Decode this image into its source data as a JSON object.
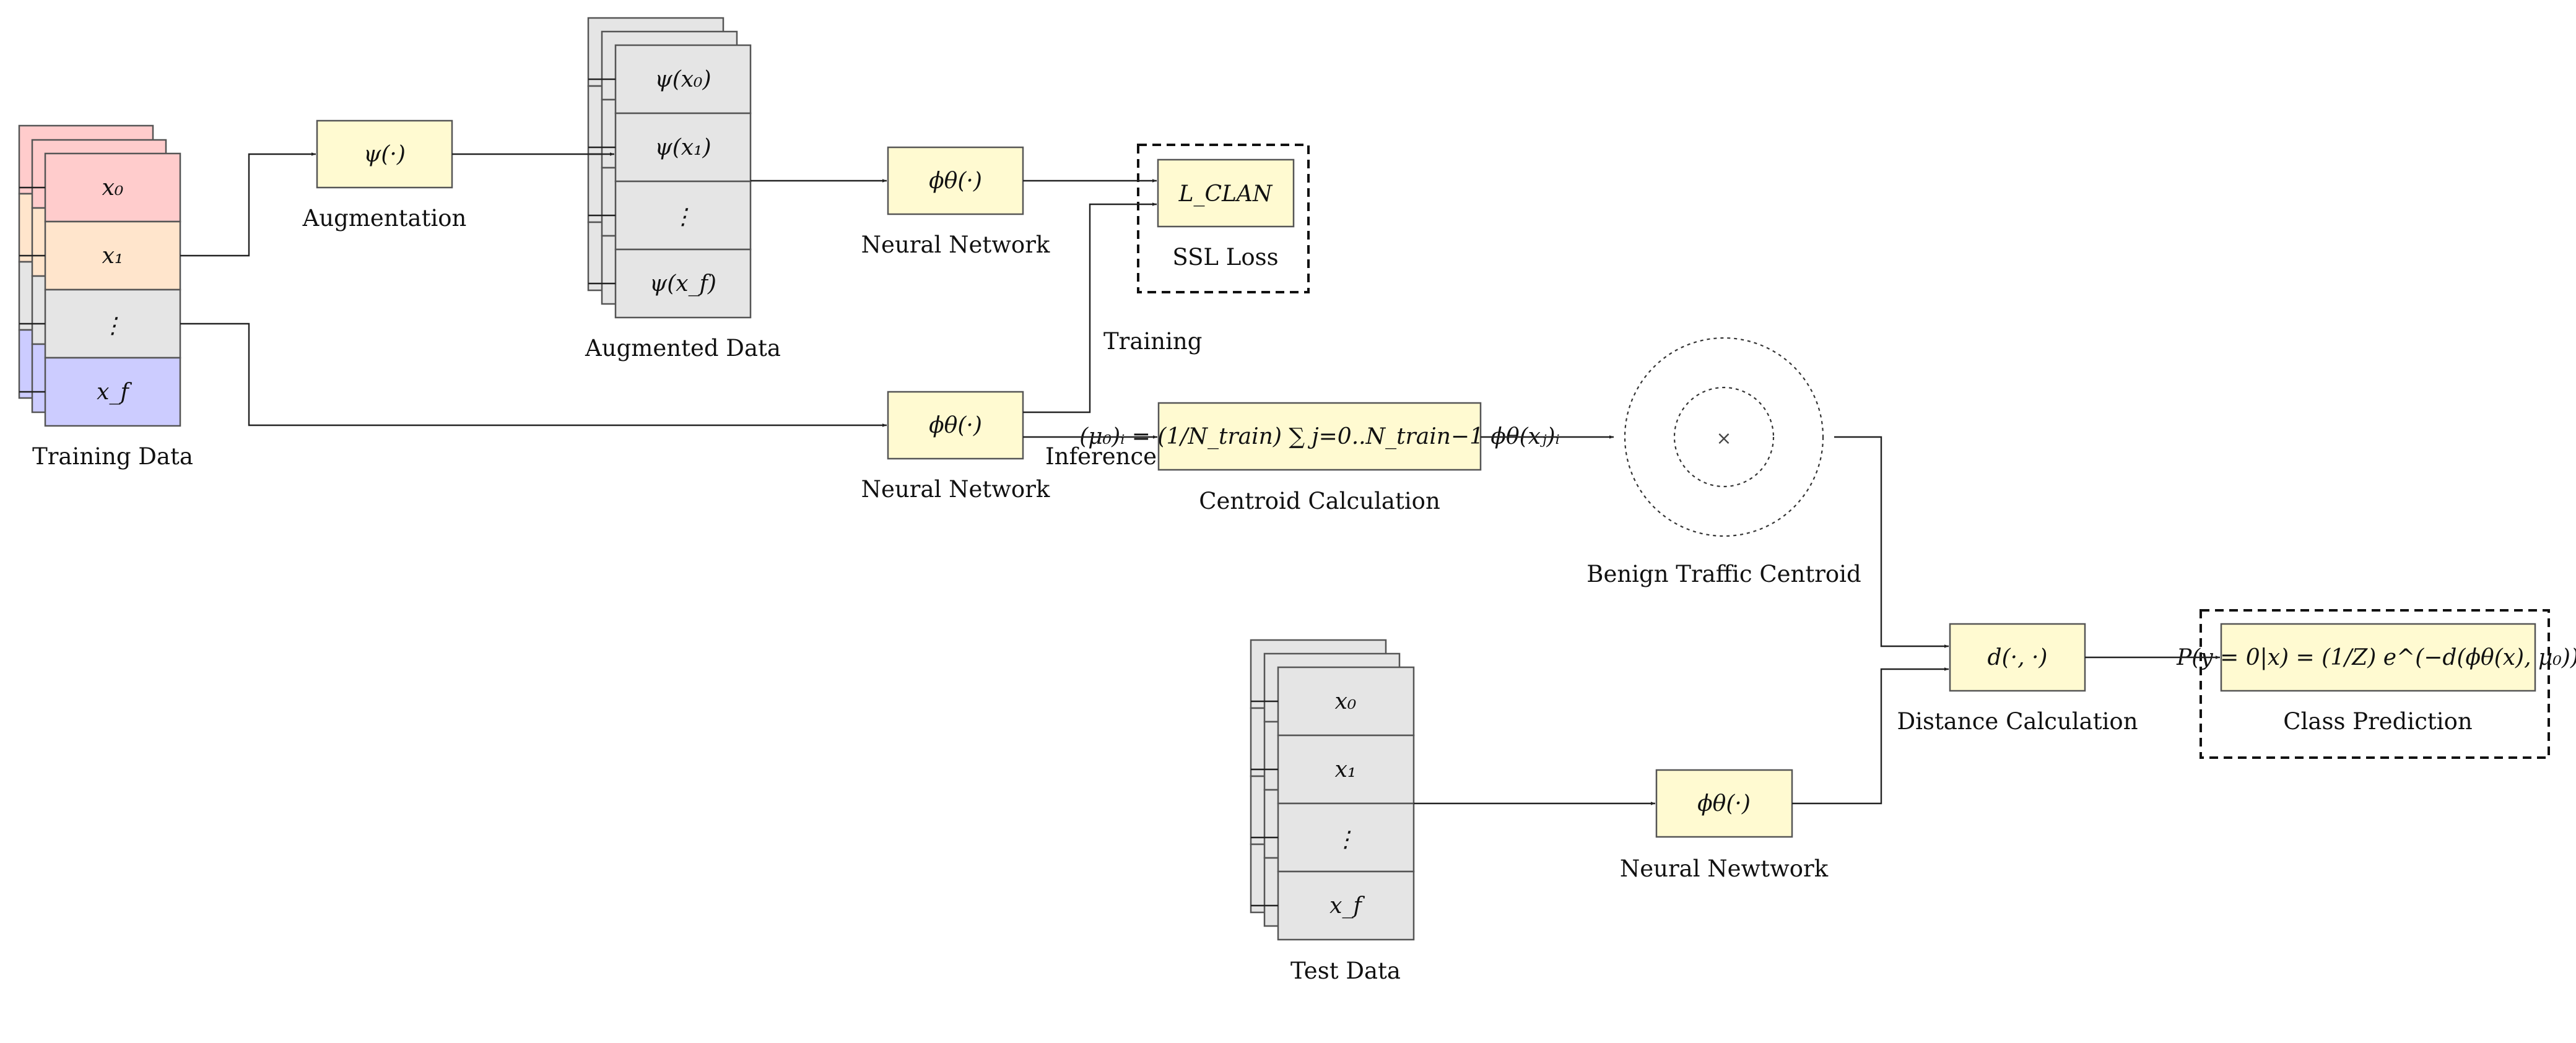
{
  "colors": {
    "box_fill": "#fffad1",
    "gray_fill": "#e5e5e5",
    "red_fill": "#ffcccc",
    "orange_fill": "#ffe5cc",
    "blue_fill": "#ccccff"
  },
  "training_data": {
    "label": "Training Data",
    "cells": [
      "x₀",
      "x₁",
      "⋮",
      "x_f"
    ]
  },
  "augmentation": {
    "formula": "ψ(·)",
    "label": "Augmentation"
  },
  "augmented_data": {
    "label": "Augmented Data",
    "cells": [
      "ψ(x₀)",
      "ψ(x₁)",
      "⋮",
      "ψ(x_f)"
    ]
  },
  "nn_top": {
    "formula": "ϕθ(·)",
    "label": "Neural Network"
  },
  "ssl_loss": {
    "formula": "L_CLAN",
    "label": "SSL Loss"
  },
  "training_label": "Training",
  "nn_mid": {
    "formula": "ϕθ(·)",
    "label": "Neural Network"
  },
  "inference_label": "Inference",
  "centroid_calc": {
    "formula": "(μ₀)ᵢ = (1/N_train) ∑ j=0..N_train−1 ϕθ(xⱼ)ᵢ",
    "label": "Centroid Calculation"
  },
  "centroid": {
    "marker": "×",
    "label": "Benign Traffic Centroid"
  },
  "test_data": {
    "label": "Test Data",
    "cells": [
      "x₀",
      "x₁",
      "⋮",
      "x_f"
    ]
  },
  "nn_bottom": {
    "formula": "ϕθ(·)",
    "label": "Neural Newtwork"
  },
  "distance": {
    "formula": "d(·, ·)",
    "label": "Distance Calculation"
  },
  "prediction": {
    "formula": "P(y = 0|x) = (1/Z) e^(−d(ϕθ(x), μ₀))",
    "label": "Class Prediction"
  }
}
